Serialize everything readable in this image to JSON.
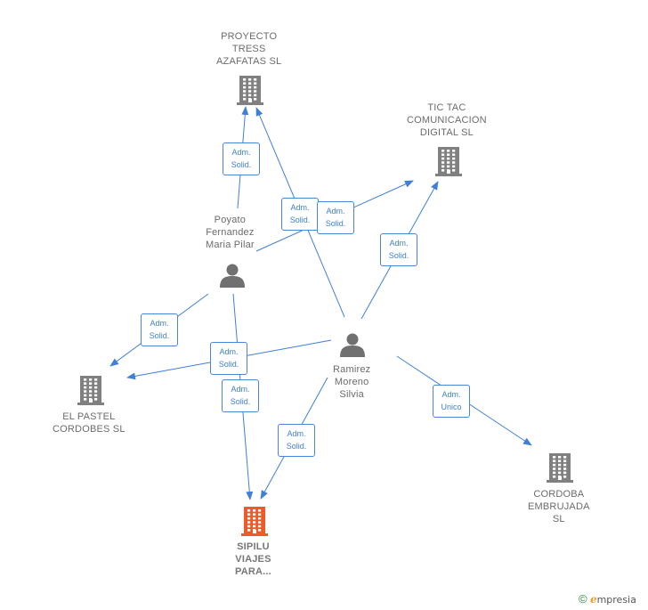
{
  "companies": [
    {
      "id": "proyecto",
      "name": "PROYECTO\nTRESS\nAZAFATAS  SL",
      "color": "#808080"
    },
    {
      "id": "tictac",
      "name": "TIC TAC\nCOMUNICACION\nDIGITAL  SL",
      "color": "#808080"
    },
    {
      "id": "pastel",
      "name": "EL PASTEL\nCORDOBES  SL",
      "color": "#808080"
    },
    {
      "id": "cordoba",
      "name": "CORDOBA\nEMBRUJADA\nSL",
      "color": "#808080"
    },
    {
      "id": "sipilu",
      "name": "SIPILU\nVIAJES\nPARA...",
      "color": "#f05a28"
    }
  ],
  "people": [
    {
      "id": "poyato",
      "name": "Poyato\nFernandez\nMaria Pilar"
    },
    {
      "id": "ramirez",
      "name": "Ramirez\nMoreno\nSilvia"
    }
  ],
  "relations": [
    {
      "from": "poyato",
      "to": "proyecto",
      "label": "Adm.\nSolid."
    },
    {
      "from": "ramirez",
      "to": "proyecto",
      "label": "Adm.\nSolid."
    },
    {
      "from": "poyato",
      "to": "tictac",
      "label": "Adm.\nSolid."
    },
    {
      "from": "ramirez",
      "to": "tictac",
      "label": "Adm.\nSolid."
    },
    {
      "from": "poyato",
      "to": "pastel",
      "label": "Adm.\nSolid."
    },
    {
      "from": "ramirez",
      "to": "pastel",
      "label": "Adm.\nSolid."
    },
    {
      "from": "poyato",
      "to": "sipilu",
      "label": "Adm.\nSolid."
    },
    {
      "from": "ramirez",
      "to": "sipilu",
      "label": "Adm.\nSolid."
    },
    {
      "from": "ramirez",
      "to": "cordoba",
      "label": "Adm.\nUnico"
    }
  ],
  "colors": {
    "edge": "#3f7fd6",
    "person": "#707070",
    "company": "#808080",
    "highlight": "#f05a28"
  },
  "footer": {
    "copyright_symbol": "©",
    "brand_initial": "e",
    "brand_rest": "mpresia"
  }
}
